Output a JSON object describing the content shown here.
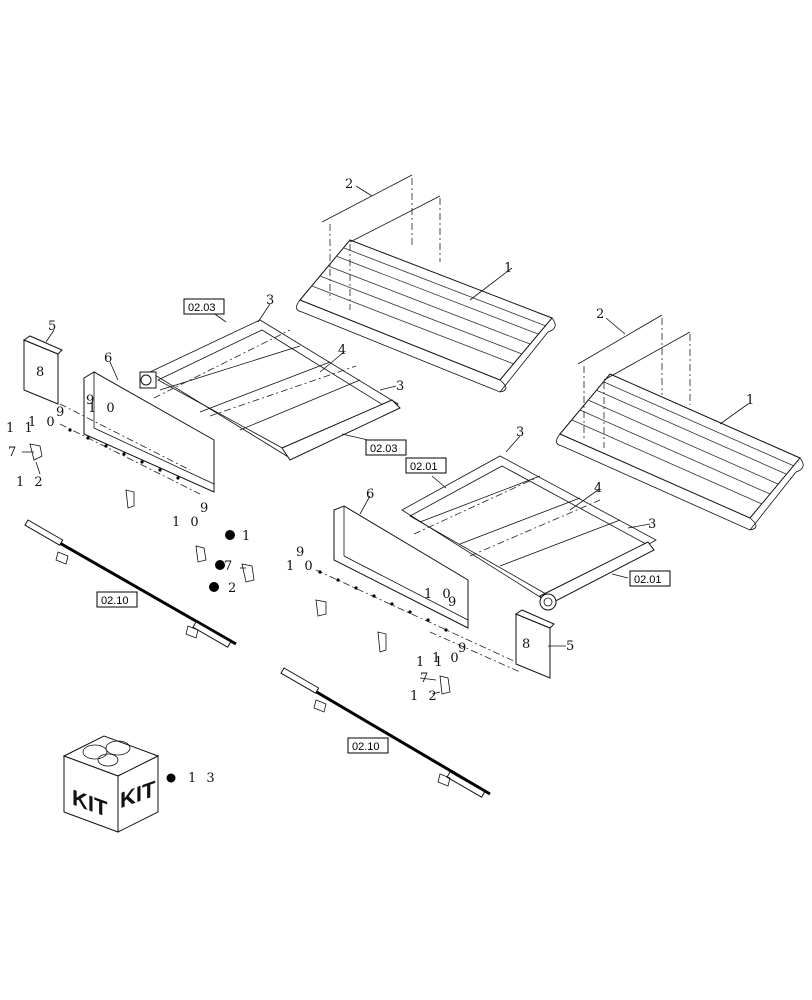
{
  "labels": {
    "l_1a": "1",
    "l_1b": "1",
    "l_2a": "2",
    "l_2b": "2",
    "l_3a": "3",
    "l_3b": "3",
    "l_3c": "3",
    "l_3d": "3",
    "l_4a": "4",
    "l_4b": "4",
    "l_5a": "5",
    "l_5b": "5",
    "l_6a": "6",
    "l_6b": "6",
    "l_7a": "7",
    "l_7b": "7",
    "l_7c": "7",
    "l_8a": "8",
    "l_8b": "8",
    "l_9a": "9",
    "l_9b": "9",
    "l_9c": "9",
    "l_9d": "9",
    "l_9e": "9",
    "l_9f": "9",
    "l_10a": "1 0",
    "l_10b": "1 0",
    "l_10c": "1 0",
    "l_10d": "1 0",
    "l_10e": "1 0",
    "l_10f": "1 0",
    "l_11a": "1 1",
    "l_11b": "1 1",
    "l_12a": "1 2",
    "l_12b": "1 2",
    "l_12c": "2",
    "l_1c": "1",
    "l_13": "1 3"
  },
  "refs": {
    "r_0203a": "02.03",
    "r_0203b": "02.03",
    "r_0201a": "02.01",
    "r_0201b": "02.01",
    "r_0210a": "02.10",
    "r_0210b": "02.10"
  },
  "kit": {
    "left": "KIT",
    "right": "KIT"
  }
}
